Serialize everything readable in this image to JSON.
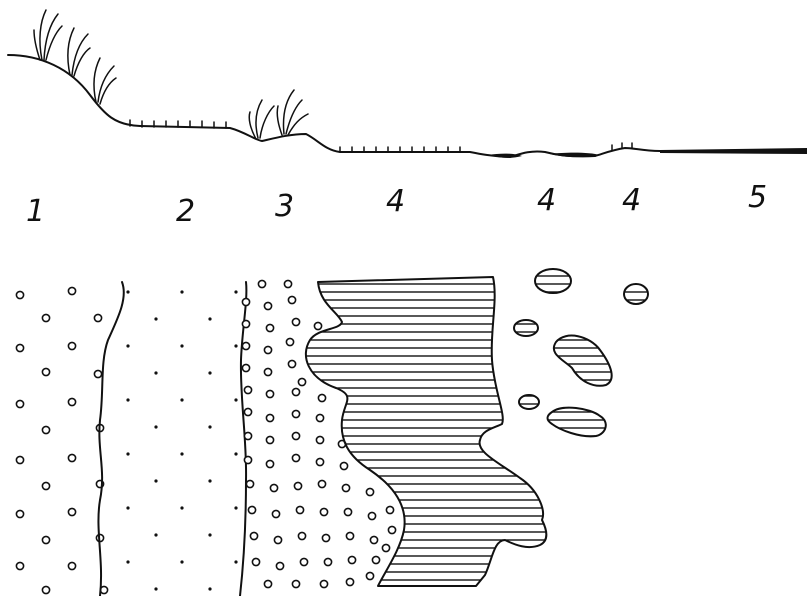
{
  "figure": {
    "zone_labels": [
      "1",
      "2",
      "3",
      "4",
      "4",
      "4",
      "5"
    ]
  },
  "colors": {
    "ink": "#111111",
    "paper": "#ffffff"
  },
  "icons": [
    "grass-tuft-icon",
    "water-surface-icon",
    "open-circle-symbol",
    "small-dot-symbol",
    "horizontal-hatch-symbol"
  ]
}
